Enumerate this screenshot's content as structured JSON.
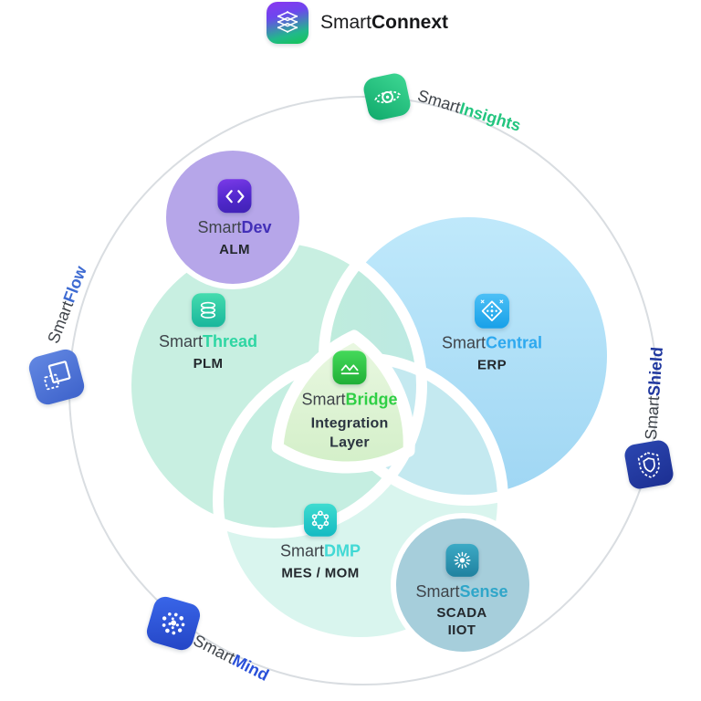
{
  "header": {
    "logo_icon": "layers-network-icon",
    "title_prefix": "Smart",
    "title_suffix": "Connext"
  },
  "outer_ring": {
    "ring_color": "#d9dde1",
    "items": [
      {
        "name": "SmartInsights",
        "prefix": "Smart",
        "suffix": "Insights",
        "accent": "#23c57f",
        "icon": "eye-icon",
        "icon_bg_from": "#3fd894",
        "icon_bg_to": "#0fa96b"
      },
      {
        "name": "SmartShield",
        "prefix": "Smart",
        "suffix": "Shield",
        "accent": "#20389f",
        "icon": "shield-dashed-icon",
        "icon_bg_from": "#2b46b0",
        "icon_bg_to": "#1c2f92"
      },
      {
        "name": "SmartMind",
        "prefix": "Smart",
        "suffix": "Mind",
        "accent": "#2a51d9",
        "icon": "neural-dots-icon",
        "icon_bg_from": "#3a67ea",
        "icon_bg_to": "#2344c4"
      },
      {
        "name": "SmartFlow",
        "prefix": "Smart",
        "suffix": "Flow",
        "accent": "#3e6bd2",
        "icon": "overlapping-squares-icon",
        "icon_bg_from": "#6287e2",
        "icon_bg_to": "#3e63cb"
      }
    ]
  },
  "venn": {
    "circles": [
      {
        "name": "SmartThread",
        "prefix": "Smart",
        "suffix": "Thread",
        "sub": "PLM",
        "accent": "#2ed6a3",
        "fill": "#c8efe1",
        "icon": "coil-stack-icon",
        "icon_bg_from": "#45dcae",
        "icon_bg_to": "#19b69c"
      },
      {
        "name": "SmartCentral",
        "prefix": "Smart",
        "suffix": "Central",
        "sub": "ERP",
        "accent": "#2ea9ef",
        "fill": "#aedcf6",
        "icon": "diamond-grid-icon",
        "icon_bg_from": "#4cc0f6",
        "icon_bg_to": "#18a0e8"
      },
      {
        "name": "SmartDMP",
        "prefix": "Smart",
        "suffix": "DMP",
        "sub": "MES / MOM",
        "accent": "#41d9d5",
        "fill": "#d9f5ee",
        "icon": "molecule-hexagon-icon",
        "icon_bg_from": "#3fdcd0",
        "icon_bg_to": "#14bac2"
      }
    ],
    "center": {
      "name": "SmartBridge",
      "prefix": "Smart",
      "suffix": "Bridge",
      "sub_line1": "Integration",
      "sub_line2": "Layer",
      "accent": "#2fcf45",
      "fill": "#def3d6",
      "icon": "bridge-wave-icon",
      "icon_bg_from": "#44d95a",
      "icon_bg_to": "#1faf36"
    },
    "satellites": [
      {
        "name": "SmartDev",
        "prefix": "Smart",
        "suffix": "Dev",
        "sub": "ALM",
        "accent": "#4330b8",
        "fill": "#b6a6e9",
        "icon": "code-brackets-icon",
        "icon_bg_from": "#7b3ae8",
        "icon_bg_to": "#3f22b4"
      },
      {
        "name": "SmartSense",
        "prefix": "Smart",
        "suffix": "Sense",
        "sub_line1": "SCADA",
        "sub_line2": "IIOT",
        "accent": "#2fa6c9",
        "fill": "#a6cedb",
        "icon": "sensor-rays-icon",
        "icon_bg_from": "#3caac5",
        "icon_bg_to": "#20819f"
      }
    ]
  }
}
